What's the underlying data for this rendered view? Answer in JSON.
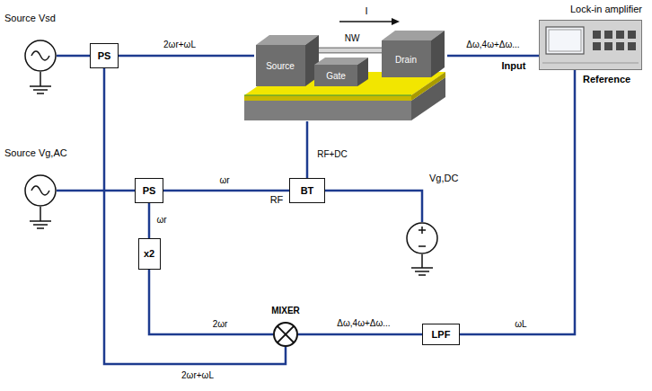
{
  "diagram": {
    "nodes": [
      {
        "text": [
          "Source Vsd"
        ]
      },
      {
        "text": [
          "PS"
        ]
      },
      {
        "text": [
          "I",
          "Source",
          "NW",
          "Gate",
          "Drain"
        ]
      },
      {
        "text": [
          "Lock-in amplifier"
        ]
      },
      {
        "text": [
          "Source Vg,AC"
        ]
      },
      {
        "text": [
          "PS"
        ]
      },
      {
        "text": [
          "BT"
        ]
      },
      {
        "text": [
          "Vg,DC"
        ]
      },
      {
        "text": [
          "x2"
        ]
      },
      {
        "text": [
          "MIXER"
        ]
      },
      {
        "text": [
          "LPF"
        ]
      }
    ],
    "edges": [
      {
        "from": 0,
        "to": 1,
        "arrow": "none"
      },
      {
        "from": 1,
        "to": 2,
        "label": "2ωr+ωL",
        "arrow": "none"
      },
      {
        "from": 2,
        "to": 3,
        "label": "Δω,4ω+Δω...",
        "arrow": "none"
      },
      {
        "from": 4,
        "to": 5,
        "arrow": "none"
      },
      {
        "from": 5,
        "to": 6,
        "label": "ωr",
        "arrow": "none"
      },
      {
        "from": 7,
        "to": 6,
        "arrow": "none"
      },
      {
        "from": 6,
        "to": 2,
        "label": "RF+DC",
        "arrow": "none"
      },
      {
        "from": 5,
        "to": 8,
        "label": "ωr",
        "arrow": "none"
      },
      {
        "from": 8,
        "to": 9,
        "label": "2ωr",
        "arrow": "none"
      },
      {
        "from": 1,
        "to": 9,
        "label": "2ωr+ωL",
        "arrow": "none"
      },
      {
        "from": 9,
        "to": 10,
        "label": "Δω,4ω+Δω...",
        "arrow": "none"
      },
      {
        "from": 10,
        "to": 3,
        "label": "ωL",
        "arrow": "none"
      }
    ],
    "labels": [
      "RF",
      "Input",
      "Reference"
    ]
  }
}
